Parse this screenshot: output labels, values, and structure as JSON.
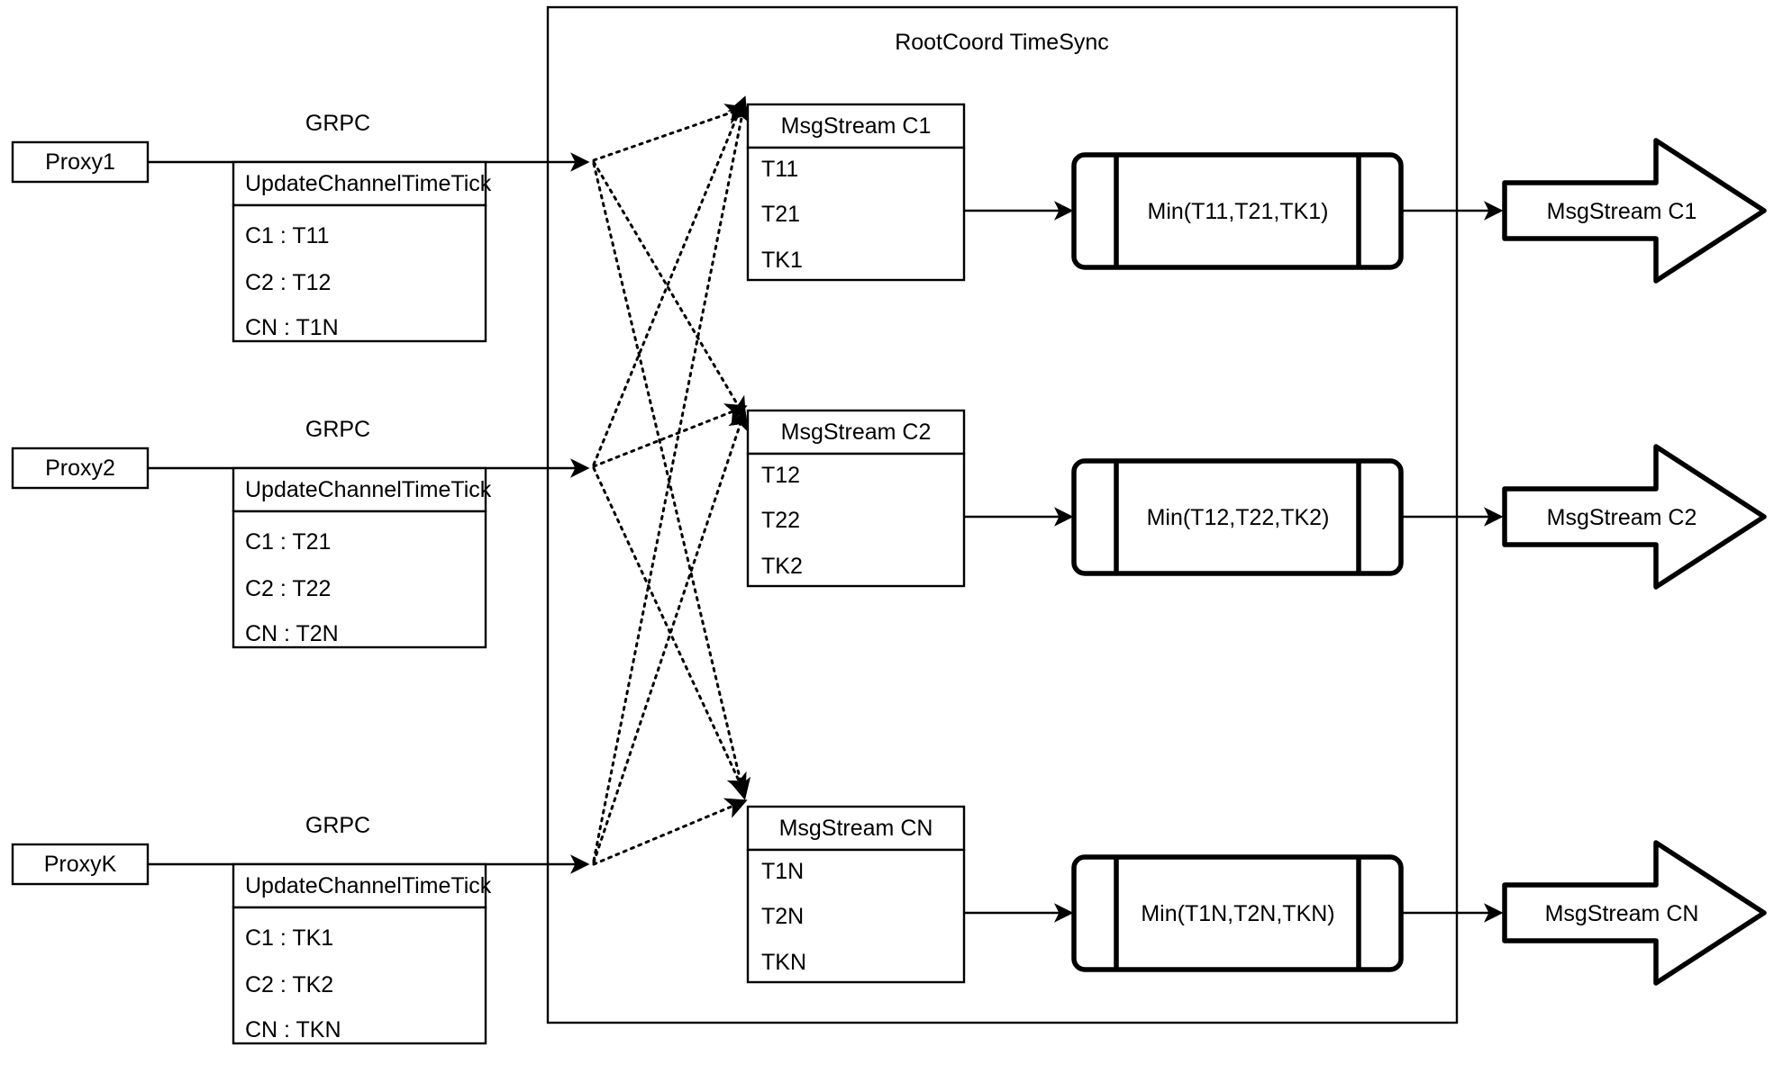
{
  "diagram": {
    "title": "RootCoord TimeSync",
    "container_label": "RootCoord TimeSync",
    "protocol_label": "GRPC",
    "rpc_title": "UpdateChannelTimeTick",
    "proxies": [
      {
        "name": "Proxy1",
        "protocol": "GRPC",
        "rpc": "UpdateChannelTimeTick",
        "entries": [
          "C1 :  T11",
          "C2 :  T12",
          "CN : T1N"
        ]
      },
      {
        "name": "Proxy2",
        "protocol": "GRPC",
        "rpc": "UpdateChannelTimeTick",
        "entries": [
          "C1 :  T21",
          "C2 :  T22",
          "CN : T2N"
        ]
      },
      {
        "name": "ProxyK",
        "protocol": "GRPC",
        "rpc": "UpdateChannelTimeTick",
        "entries": [
          "C1 :  TK1",
          "C2 :  TK2",
          "CN : TKN"
        ]
      }
    ],
    "msgstreams": [
      {
        "title": "MsgStream C1",
        "ticks": [
          "T11",
          "T21",
          "TK1"
        ]
      },
      {
        "title": "MsgStream C2",
        "ticks": [
          "T12",
          "T22",
          "TK2"
        ]
      },
      {
        "title": "MsgStream CN",
        "ticks": [
          "T1N",
          "T2N",
          "TKN"
        ]
      }
    ],
    "minimums": [
      {
        "label": "Min(T11,T21,TK1)"
      },
      {
        "label": "Min(T12,T22,TK2)"
      },
      {
        "label": "Min(T1N,T2N,TKN)"
      }
    ],
    "outputs": [
      {
        "label": "MsgStream C1"
      },
      {
        "label": "MsgStream C2"
      },
      {
        "label": "MsgStream CN"
      }
    ],
    "colors": {
      "stroke": "#000000",
      "fill": "#ffffff",
      "text": "#000000"
    }
  }
}
